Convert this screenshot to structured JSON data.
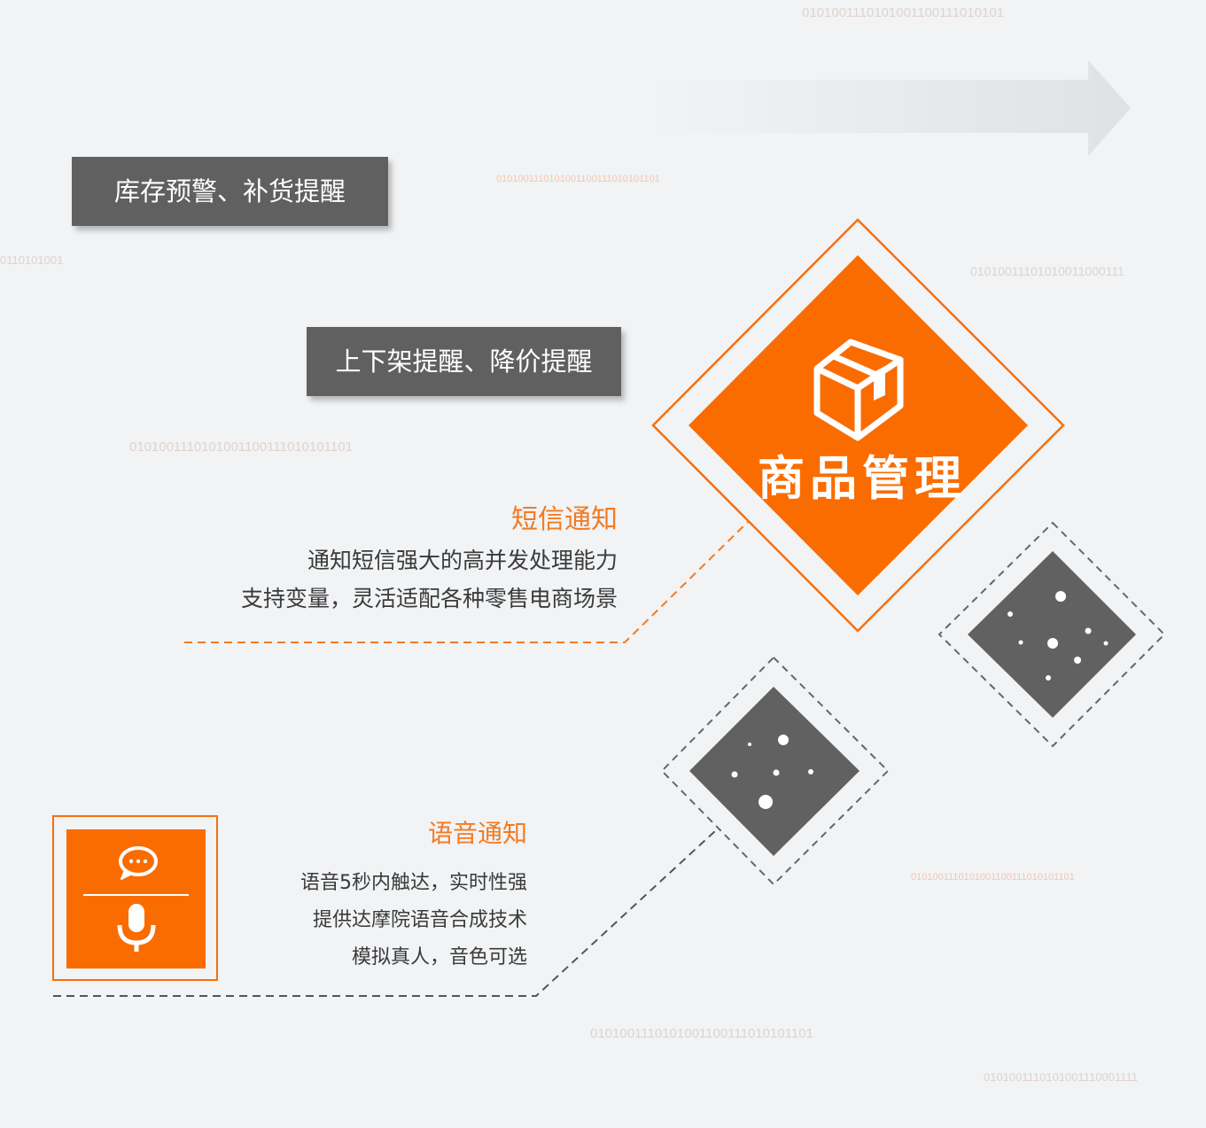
{
  "colors": {
    "accent": "#fa6c00",
    "tag_background": "#606060",
    "background": "#f1f3f5",
    "dark_diamond": "#616161"
  },
  "product_management": {
    "title": "商品管理",
    "icon": "box-icon"
  },
  "tags": [
    {
      "label": "库存预警、补货提醒"
    },
    {
      "label": "上下架提醒、降价提醒"
    }
  ],
  "sms": {
    "title": "短信通知",
    "lines": [
      "通知短信强大的高并发处理能力",
      "支持变量，灵活适配各种零售电商场景"
    ]
  },
  "voice": {
    "title": "语音通知",
    "lines": [
      "语音5秒内触达，实时性强",
      "提供达摩院语音合成技术",
      "模拟真人，音色可选"
    ],
    "icons": [
      "chat-bubble-icon",
      "microphone-icon"
    ]
  },
  "background_binary": [
    "0101001110101001100111010101",
    "0101001110101001100111010101101",
    "0110101001",
    "01010011101010011000111",
    "0101001110101001100111010101101",
    "0101001110101001100111010101101",
    "0101001110101001100111010101101",
    "0101001110101001110001111"
  ]
}
